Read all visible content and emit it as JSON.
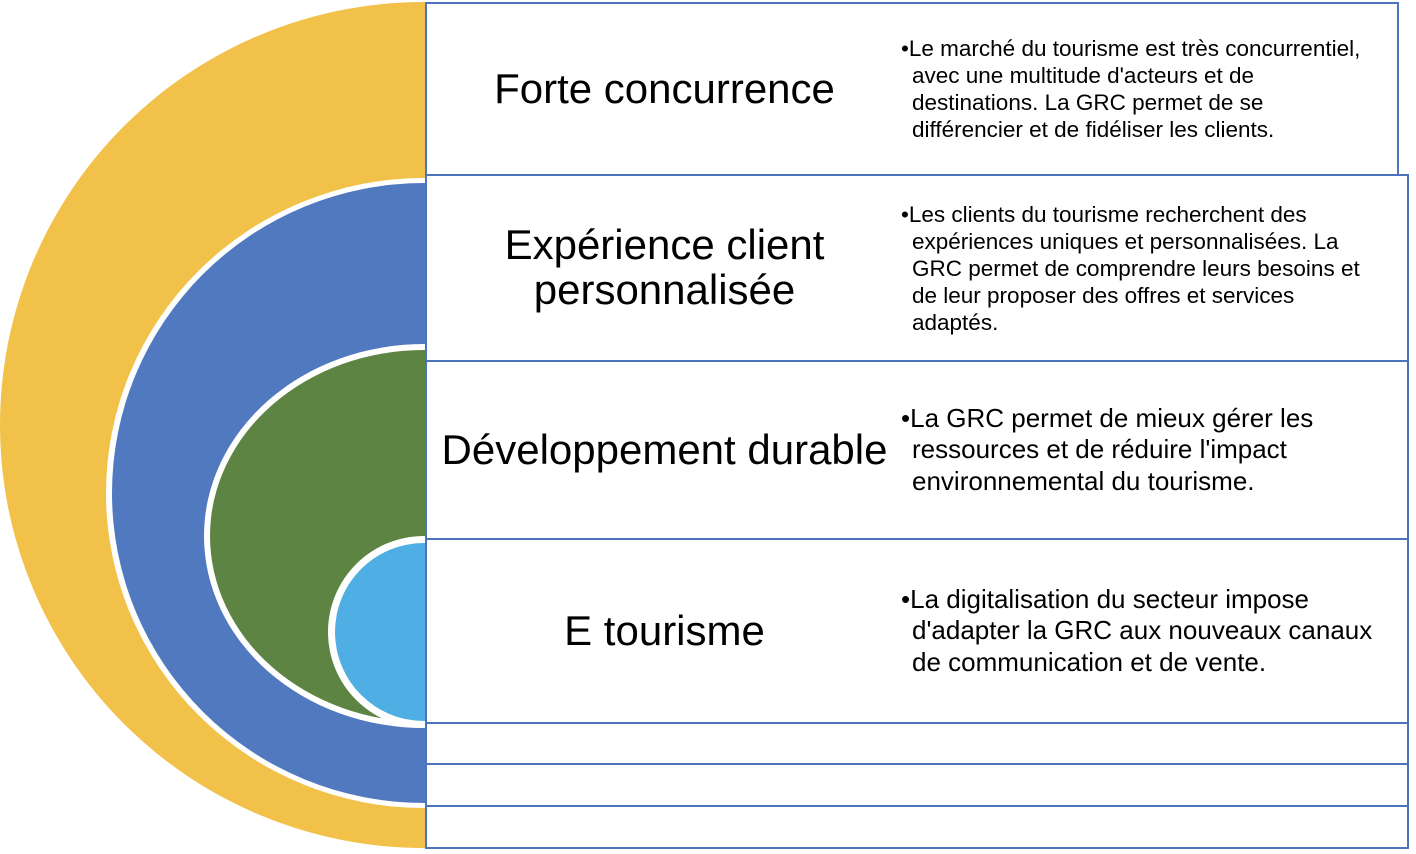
{
  "diagram": {
    "type": "concentric-half-rings-with-list",
    "colors": {
      "ring_outer": "#F2C14A",
      "ring_second": "#5079C0",
      "ring_third": "#5E8444",
      "ring_core": "#4FAEE3",
      "table_border": "#4D73BE",
      "ring_gap": "#FFFFFF",
      "text": "#000000"
    },
    "rings": [
      {
        "name": "outer-ring",
        "color": "#F2C14A"
      },
      {
        "name": "second-ring",
        "color": "#5079C0"
      },
      {
        "name": "third-ring",
        "color": "#5E8444"
      },
      {
        "name": "core-ring",
        "color": "#4FAEE3"
      }
    ],
    "bullet_glyph": "•",
    "rows": [
      {
        "title": "Forte concurrence",
        "body": "Le marché du tourisme est très concurrentiel, avec une multitude d'acteurs et de destinations. La GRC permet de se différencier et de fidéliser les clients."
      },
      {
        "title": "Expérience client personnalisée",
        "body": "Les clients du tourisme recherchent des expériences uniques et personnalisées. La GRC permet de comprendre leurs besoins et de leur proposer des offres et services adaptés."
      },
      {
        "title": "Développement durable",
        "body": "La GRC permet de mieux gérer les ressources et de réduire l'impact environnemental du tourisme."
      },
      {
        "title": "E tourisme",
        "body": "La digitalisation du secteur impose d'adapter la GRC aux nouveaux canaux de communication et de vente."
      },
      {
        "title": "",
        "body": ""
      },
      {
        "title": "",
        "body": ""
      },
      {
        "title": "",
        "body": ""
      }
    ]
  }
}
